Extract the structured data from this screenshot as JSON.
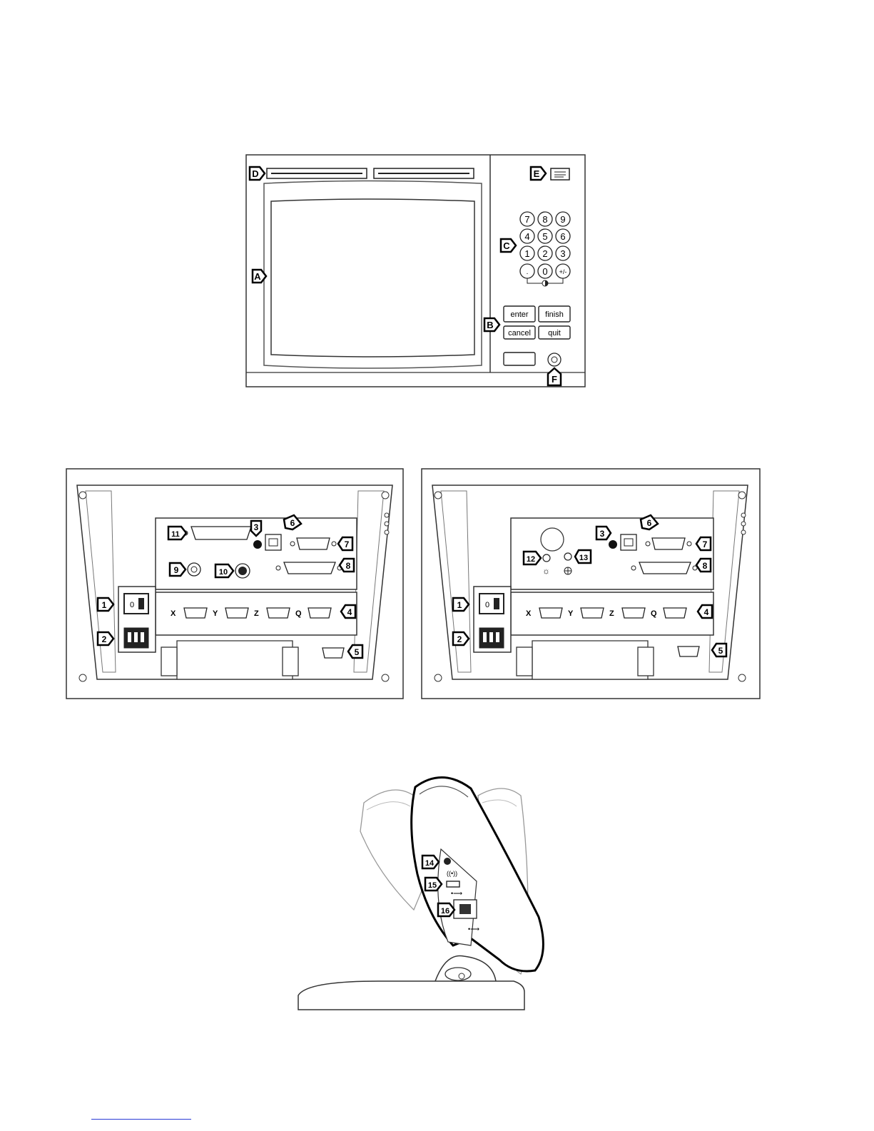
{
  "front_panel": {
    "keypad_keys": [
      "7",
      "8",
      "9",
      "4",
      "5",
      "6",
      "1",
      "2",
      "3",
      ".",
      "0",
      "+/-"
    ],
    "soft_keys": {
      "enter": "enter",
      "finish": "finish",
      "cancel": "cancel",
      "quit": "quit"
    },
    "callouts": [
      "A",
      "B",
      "C",
      "D",
      "E",
      "F"
    ]
  },
  "rear_left": {
    "callouts": [
      "1",
      "2",
      "3",
      "4",
      "5",
      "6",
      "7",
      "8",
      "9",
      "10",
      "11"
    ],
    "axis_labels": [
      "X",
      "Y",
      "Z",
      "Q"
    ]
  },
  "rear_right": {
    "callouts": [
      "1",
      "2",
      "3",
      "4",
      "5",
      "6",
      "7",
      "8",
      "12",
      "13"
    ],
    "axis_labels": [
      "X",
      "Y",
      "Z",
      "Q"
    ]
  },
  "side_view": {
    "callouts": [
      "14",
      "15",
      "16"
    ]
  }
}
